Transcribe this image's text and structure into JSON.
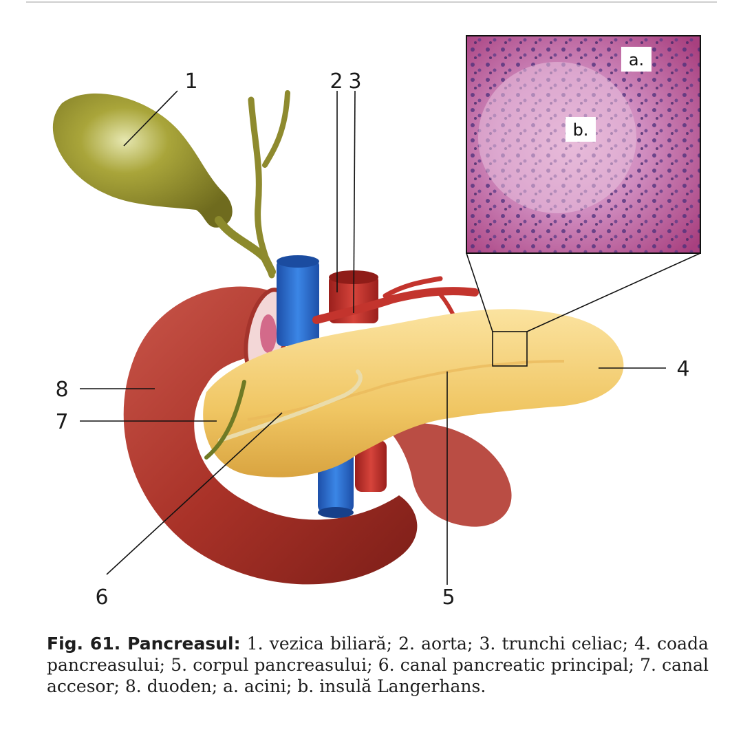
{
  "figure": {
    "labels": {
      "l1": "1",
      "l2": "2",
      "l3": "3",
      "l4": "4",
      "l5": "5",
      "l6": "6",
      "l7": "7",
      "l8": "8"
    },
    "inset": {
      "a": "a.",
      "b": "b."
    },
    "colors": {
      "gallbladder": "#9a9a32",
      "duodenum": "#b23a30",
      "pancreas": "#f2cd72",
      "vein": "#2e6fd0",
      "artery": "#c0302c",
      "histology_bg": "#c25f9f"
    }
  },
  "caption": {
    "title": "Fig. 61. Pancreasul:",
    "text": " 1. vezica biliară; 2. aorta; 3. trunchi celiac; 4. coada pancreasului; 5. corpul pancreasului; 6. canal pancreatic principal; 7. canal accesor; 8. duoden; a. acini; b. insulă Langerhans."
  }
}
